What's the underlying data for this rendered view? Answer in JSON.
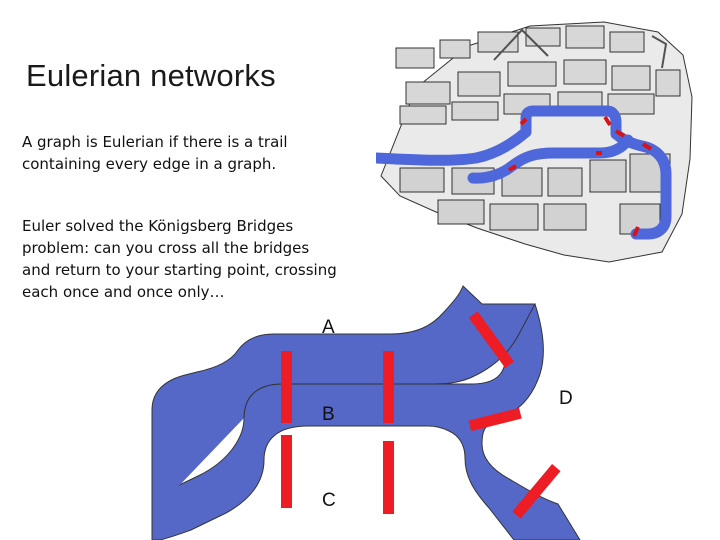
{
  "slide": {
    "title": "Eulerian networks",
    "paragraph_1": "A graph is Eulerian if there is a trail containing every edge in a graph.",
    "paragraph_2": "Euler solved the Königsberg Bridges problem: can you cross all the bridges and return to your starting point, crossing each once and once only…"
  },
  "diagram": {
    "labels": {
      "a": "A",
      "b": "B",
      "c": "C",
      "d": "D"
    },
    "colors": {
      "river": "#5568c8",
      "bridge": "#ee1c24",
      "map_river": "#3f5bd8"
    }
  }
}
